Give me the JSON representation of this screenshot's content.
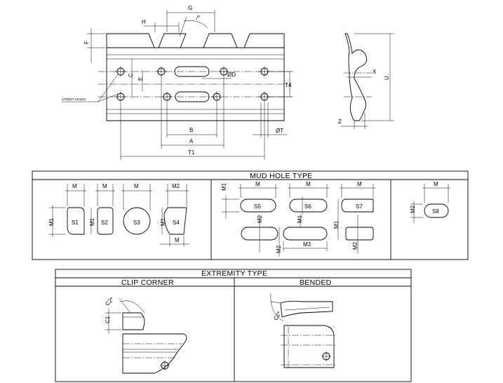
{
  "top_view": {
    "labels": {
      "G": "G",
      "H": "H",
      "angle": "/°",
      "F": "F",
      "C": "C",
      "E": "E",
      "OD": "ØD",
      "T4": "T4",
      "B": "B",
      "A": "A",
      "T1": "T1",
      "OT": "ØT",
      "street_holes": "STREET HOLES"
    }
  },
  "side_view": {
    "labels": {
      "X": "X",
      "U": "U",
      "Z": "Z"
    }
  },
  "mud_hole": {
    "title": "MUD HOLE TYPE",
    "shapes": [
      "S1",
      "S2",
      "S3",
      "S4",
      "S5",
      "S6",
      "S7",
      "S8"
    ],
    "dims": {
      "M": "M",
      "M1": "M1",
      "M2": "M2",
      "M3": "M3"
    }
  },
  "extremity": {
    "title": "EXTREMITY TYPE",
    "clip_corner": "CLIP CORNER",
    "bended": "BENDED",
    "dims": {
      "C1": "C1",
      "C2": "C2*"
    }
  }
}
